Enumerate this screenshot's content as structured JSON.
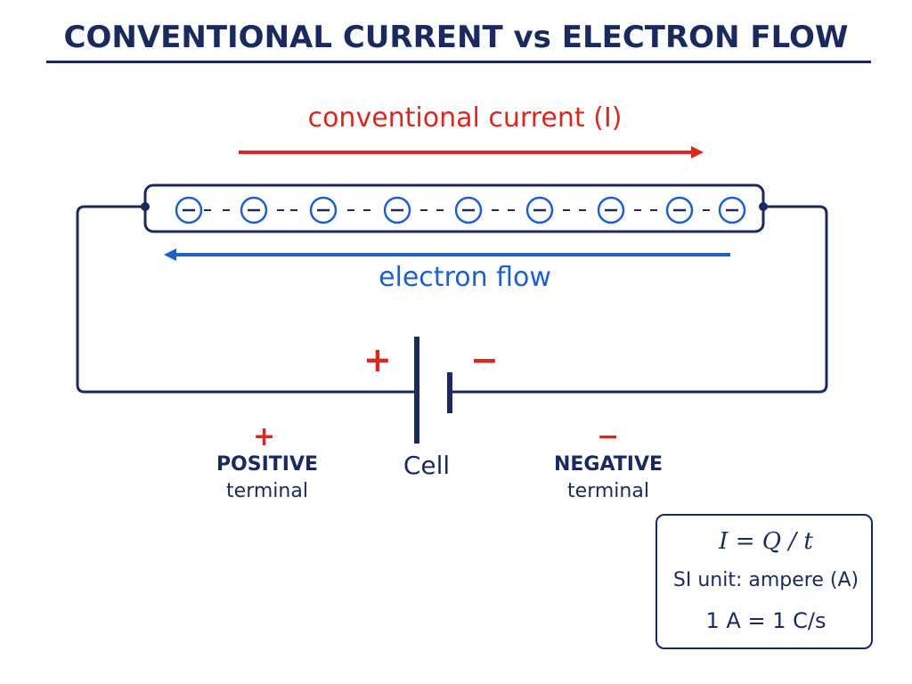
{
  "title": "CONVENTIONAL CURRENT vs ELECTRON FLOW",
  "labels": {
    "conventional_current": "conventional current (I)",
    "electron_flow": "electron flow"
  },
  "cell": {
    "label": "Cell",
    "plus_sign": "+",
    "minus_sign": "−"
  },
  "terminals": {
    "positive": {
      "sign": "+",
      "line1": "POSITIVE",
      "line2": "terminal"
    },
    "negative": {
      "sign": "−",
      "line1": "NEGATIVE",
      "line2": "terminal"
    }
  },
  "electrons": {
    "count": 9,
    "symbol": "−"
  },
  "formula_box": {
    "equation": "I = Q / t",
    "unit": "SI unit: ampere (A)",
    "definition": "1 A = 1 C/s"
  },
  "colors": {
    "navy": "#1b2a5c",
    "conventional_red": "#d8281f",
    "electron_blue": "#1f5fc8"
  }
}
